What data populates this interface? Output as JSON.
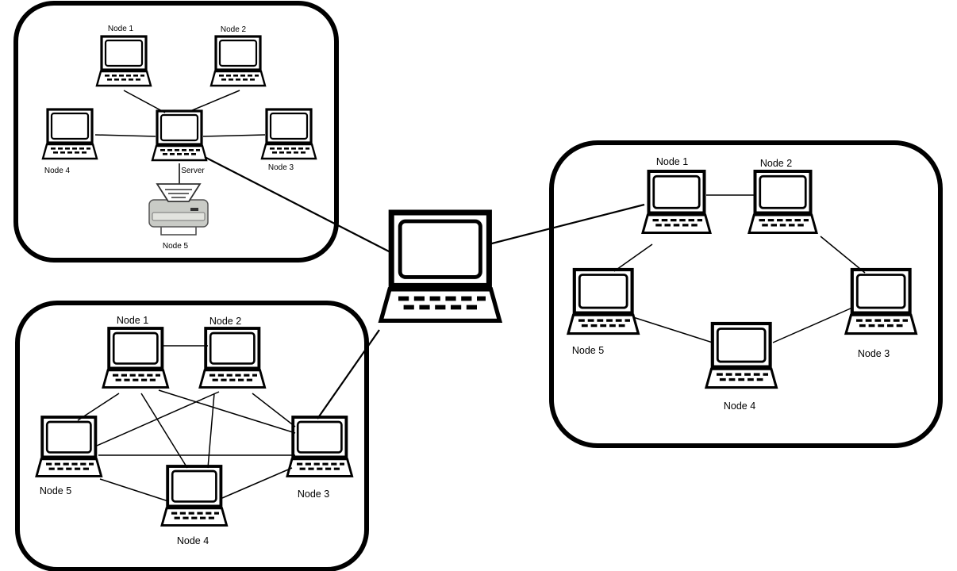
{
  "colors": {
    "stroke": "#000000",
    "background": "#ffffff",
    "printer_body": "#c9cbc6"
  },
  "central": {
    "name": "central-computer"
  },
  "networks": {
    "star": {
      "nodes": [
        {
          "key": "n1",
          "label": "Node 1"
        },
        {
          "key": "n2",
          "label": "Node 2"
        },
        {
          "key": "n4",
          "label": "Node 4"
        },
        {
          "key": "srv",
          "label": "Server"
        },
        {
          "key": "n3",
          "label": "Node 3"
        },
        {
          "key": "n5",
          "label": "Node 5",
          "device": "printer"
        }
      ]
    },
    "ring": {
      "nodes": [
        {
          "key": "n1",
          "label": "Node 1"
        },
        {
          "key": "n2",
          "label": "Node 2"
        },
        {
          "key": "n5",
          "label": "Node 5"
        },
        {
          "key": "n3",
          "label": "Node 3"
        },
        {
          "key": "n4",
          "label": "Node 4"
        }
      ]
    },
    "mesh": {
      "nodes": [
        {
          "key": "n1",
          "label": "Node 1"
        },
        {
          "key": "n2",
          "label": "Node 2"
        },
        {
          "key": "n5",
          "label": "Node 5"
        },
        {
          "key": "n3",
          "label": "Node 3"
        },
        {
          "key": "n4",
          "label": "Node 4"
        }
      ]
    }
  }
}
